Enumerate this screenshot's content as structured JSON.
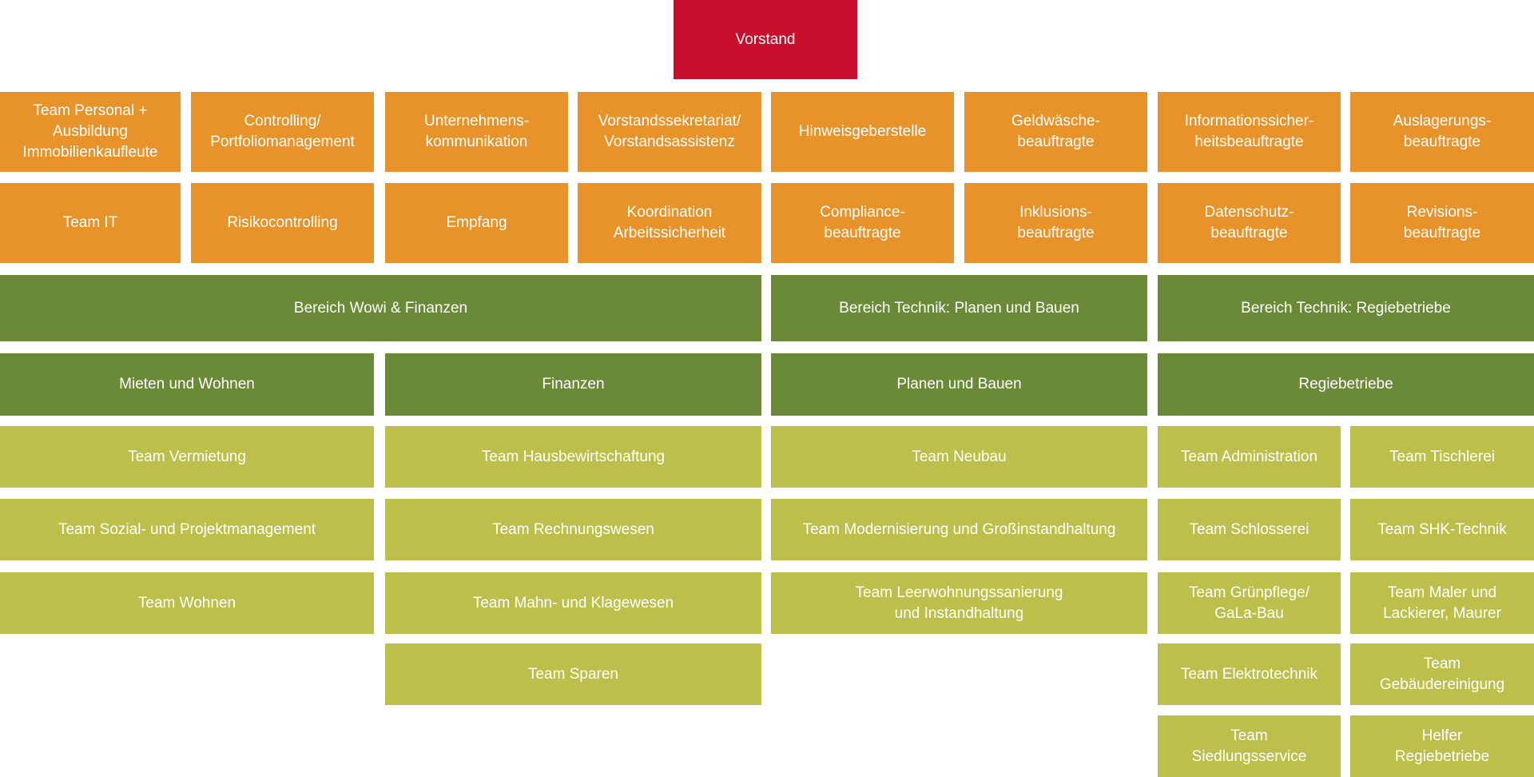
{
  "colors": {
    "board": "#c8102e",
    "staff": "#e8922a",
    "division": "#6a8a37",
    "team": "#bcc04b"
  },
  "board": {
    "label": "Vorstand"
  },
  "staff_row1": [
    "Team Personal +\nAusbildung\nImmobilienkaufleute",
    "Controlling/\nPortfoliomanagement",
    "Unternehmens-\nkommunikation",
    "Vorstandssekretariat/\nVorstandsassistenz",
    "Hinweisgeberstelle",
    "Geldwäsche-\nbeauftragte",
    "Informationssicher-\nheitsbeauftragte",
    "Auslagerungs-\nbeauftragte"
  ],
  "staff_row2": [
    "Team IT",
    "Risikocontrolling",
    "Empfang",
    "Koordination\nArbeitssicherheit",
    "Compliance-\nbeauftragte",
    "Inklusions-\nbeauftragte",
    "Datenschutz-\nbeauftragte",
    "Revisions-\nbeauftragte"
  ],
  "areas": [
    "Bereich Wowi & Finanzen",
    "Bereich Technik: Planen und Bauen",
    "Bereich Technik: Regiebetriebe"
  ],
  "departments": [
    "Mieten und Wohnen",
    "Finanzen",
    "Planen und Bauen",
    "Regiebetriebe"
  ],
  "teams": {
    "mieten": [
      "Team Vermietung",
      "Team Sozial- und Projektmanagement",
      "Team Wohnen"
    ],
    "finanzen": [
      "Team Hausbewirtschaftung",
      "Team Rechnungswesen",
      "Team Mahn- und Klagewesen",
      "Team Sparen"
    ],
    "planen": [
      "Team Neubau",
      "Team Modernisierung und Großinstandhaltung",
      "Team Leerwohnungssanierung\nund Instandhaltung"
    ],
    "regie_left": [
      "Team Administration",
      "Team Schlosserei",
      "Team Grünpflege/\nGaLa-Bau",
      "Team Elektrotechnik",
      "Team\nSiedlungsservice"
    ],
    "regie_right": [
      "Team Tischlerei",
      "Team SHK-Technik",
      "Team Maler und\nLackierer, Maurer",
      "Team\nGebäudereinigung",
      "Helfer\nRegiebetriebe"
    ]
  }
}
